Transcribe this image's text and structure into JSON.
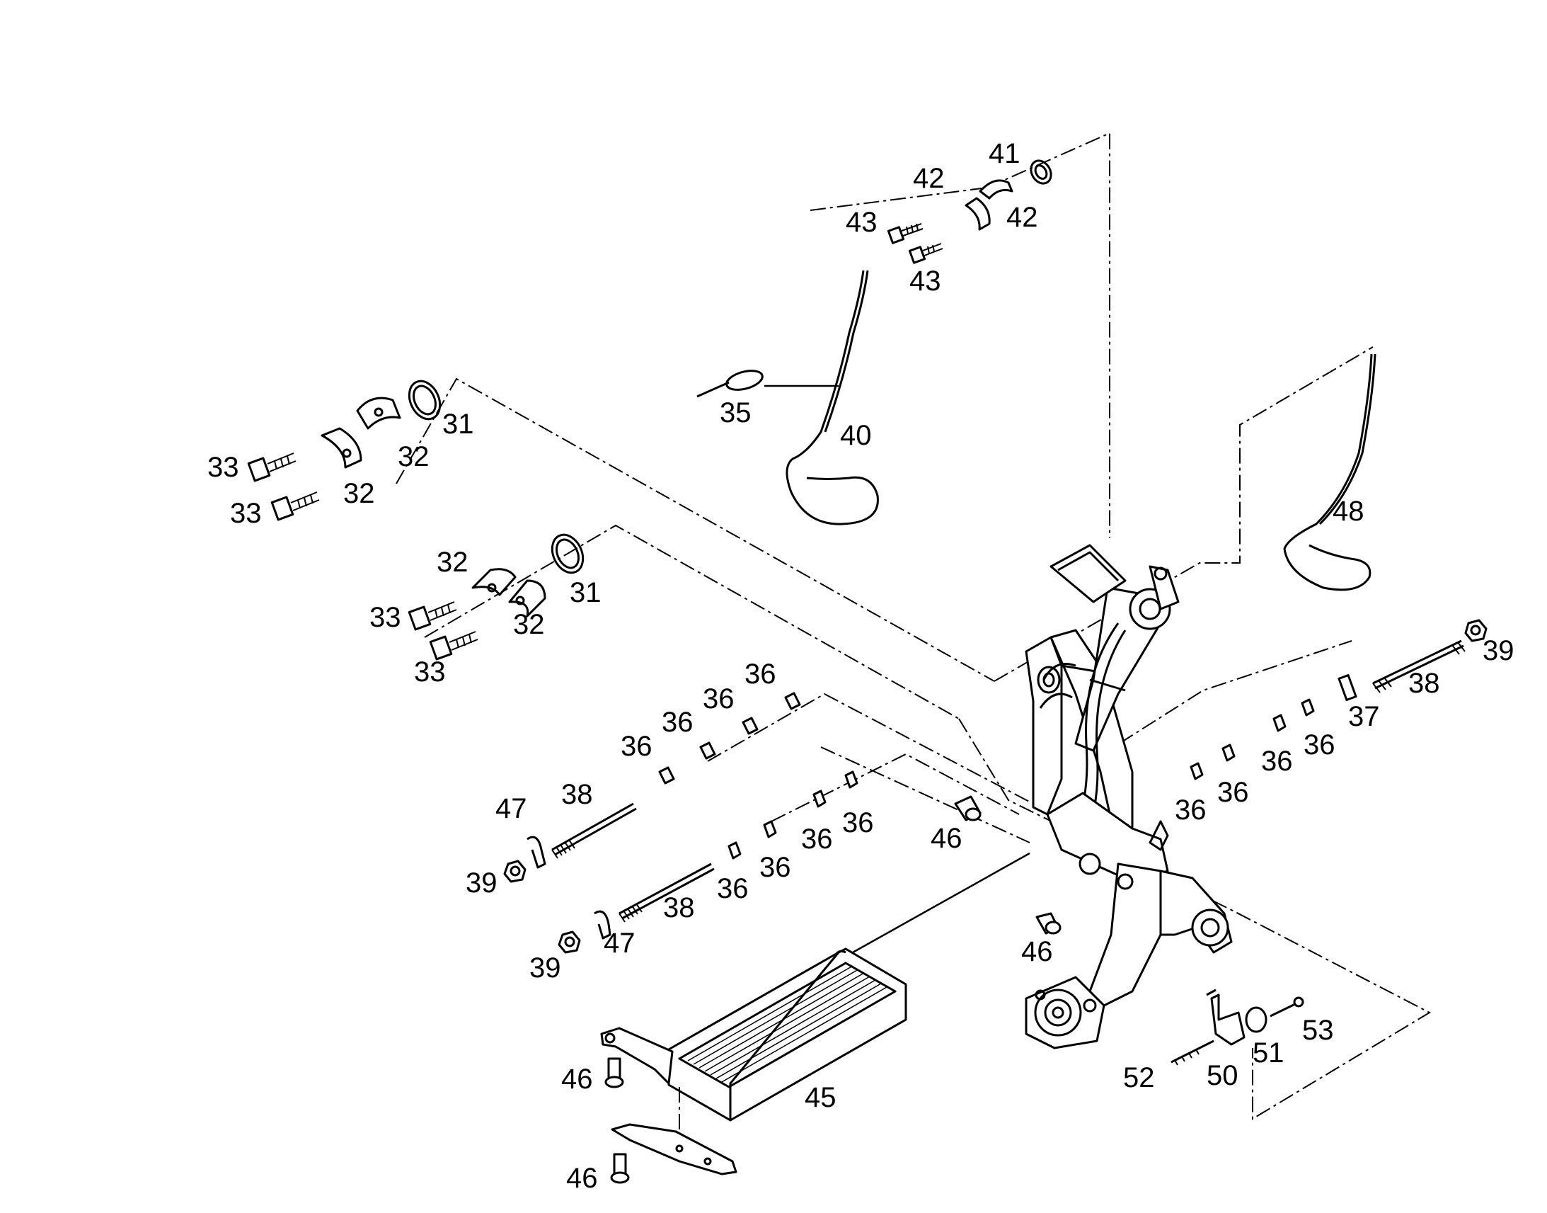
{
  "diagram": {
    "callouts": [
      {
        "id": "c41",
        "text": "41"
      },
      {
        "id": "c42a",
        "text": "42"
      },
      {
        "id": "c42b",
        "text": "42"
      },
      {
        "id": "c43a",
        "text": "43"
      },
      {
        "id": "c43b",
        "text": "43"
      },
      {
        "id": "c35",
        "text": "35"
      },
      {
        "id": "c40",
        "text": "40"
      },
      {
        "id": "c31a",
        "text": "31"
      },
      {
        "id": "c32a",
        "text": "32"
      },
      {
        "id": "c32b",
        "text": "32"
      },
      {
        "id": "c33a",
        "text": "33"
      },
      {
        "id": "c33b",
        "text": "33"
      },
      {
        "id": "c32c",
        "text": "32"
      },
      {
        "id": "c31b",
        "text": "31"
      },
      {
        "id": "c33c",
        "text": "33"
      },
      {
        "id": "c32d",
        "text": "32"
      },
      {
        "id": "c33d",
        "text": "33"
      },
      {
        "id": "c48",
        "text": "48"
      },
      {
        "id": "c36a",
        "text": "36"
      },
      {
        "id": "c36b",
        "text": "36"
      },
      {
        "id": "c36c",
        "text": "36"
      },
      {
        "id": "c36d",
        "text": "36"
      },
      {
        "id": "c38a",
        "text": "38"
      },
      {
        "id": "c47a",
        "text": "47"
      },
      {
        "id": "c39a",
        "text": "39"
      },
      {
        "id": "c36e",
        "text": "36"
      },
      {
        "id": "c36f",
        "text": "36"
      },
      {
        "id": "c36g",
        "text": "36"
      },
      {
        "id": "c36h",
        "text": "36"
      },
      {
        "id": "c38b",
        "text": "38"
      },
      {
        "id": "c39b",
        "text": "39"
      },
      {
        "id": "c47b",
        "text": "47"
      },
      {
        "id": "c46a",
        "text": "46"
      },
      {
        "id": "c46b",
        "text": "46"
      },
      {
        "id": "c39c",
        "text": "39"
      },
      {
        "id": "c38c",
        "text": "38"
      },
      {
        "id": "c37",
        "text": "37"
      },
      {
        "id": "c36i",
        "text": "36"
      },
      {
        "id": "c36j",
        "text": "36"
      },
      {
        "id": "c36k",
        "text": "36"
      },
      {
        "id": "c36l",
        "text": "36"
      },
      {
        "id": "c45",
        "text": "45"
      },
      {
        "id": "c46c",
        "text": "46"
      },
      {
        "id": "c46d",
        "text": "46"
      },
      {
        "id": "c52",
        "text": "52"
      },
      {
        "id": "c50",
        "text": "50"
      },
      {
        "id": "c51",
        "text": "51"
      },
      {
        "id": "c53",
        "text": "53"
      }
    ]
  }
}
